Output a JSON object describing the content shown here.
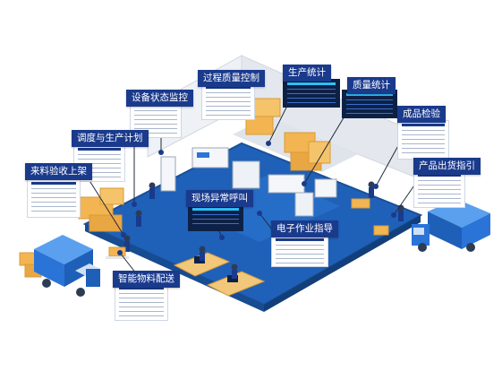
{
  "labels": {
    "device_monitor": "设备状态监控",
    "process_quality": "过程质量控制",
    "production_stats": "生产统计",
    "quality_stats": "质量统计",
    "finished_inspection": "成品检验",
    "schedule_plan": "调度与生产计划",
    "incoming_receiving": "来料验收上架",
    "onsite_alarm": "现场异常呼叫",
    "electronic_guidance": "电子作业指导",
    "product_shipping": "产品出货指引",
    "smart_delivery": "智能物料配送"
  },
  "colors": {
    "label_bg": "#1a3a8c",
    "floor": "#1f61b8",
    "floor_edge": "#1a4f99",
    "wall": "#e6eaf0",
    "box": "#f2b552",
    "truck": "#2a74d8",
    "callout_line": "#222b3a",
    "dot": "#1a3a8c"
  },
  "icons": [
    "forklift-icon",
    "truck-icon",
    "worker-icon",
    "cardboard-box-icon",
    "production-machine-icon",
    "monitor-screen-icon"
  ]
}
